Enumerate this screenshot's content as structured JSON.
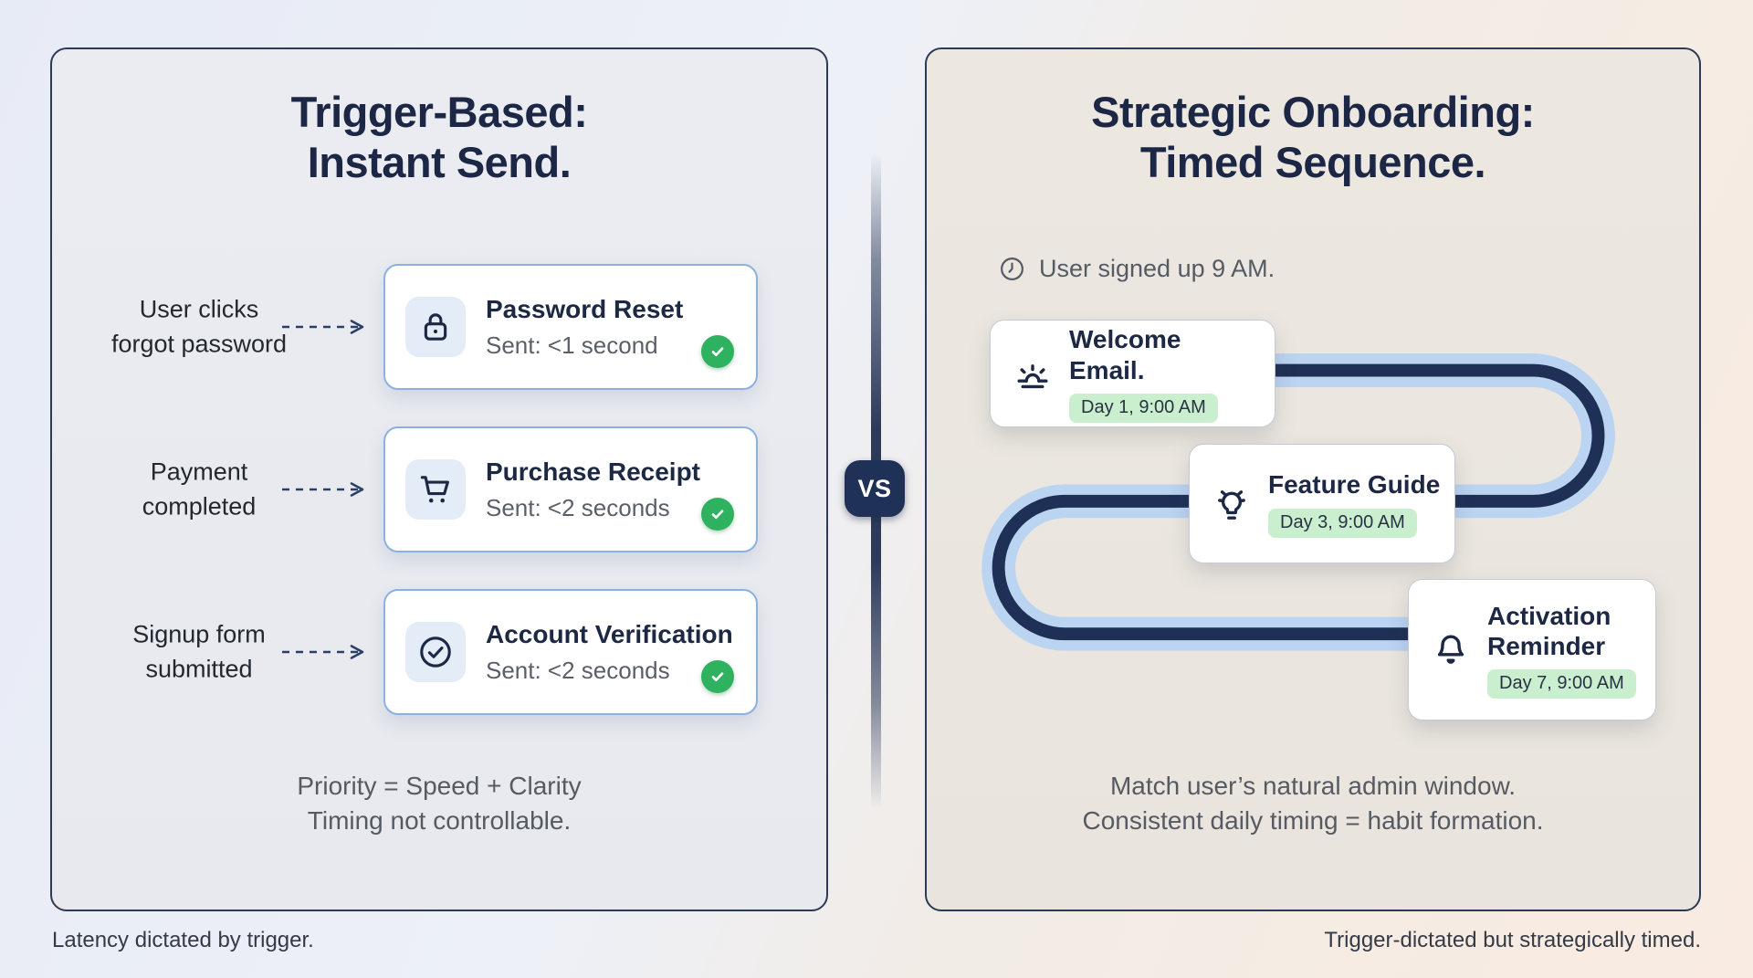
{
  "left_panel": {
    "title_line1": "Trigger-Based:",
    "title_line2": "Instant Send.",
    "rows": [
      {
        "trigger_line1": "User clicks",
        "trigger_line2": "forgot password",
        "title": "Password Reset",
        "sent": "Sent: <1 second",
        "icon": "lock-icon",
        "status_icon": "check-circle-green"
      },
      {
        "trigger_line1": "Payment",
        "trigger_line2": "completed",
        "title": "Purchase Receipt",
        "sent": "Sent: <2 seconds",
        "icon": "cart-icon",
        "status_icon": "check-circle-green"
      },
      {
        "trigger_line1": "Signup form",
        "trigger_line2": "submitted",
        "title": "Account Verification",
        "sent": "Sent: <2 seconds",
        "icon": "check-circle-icon",
        "status_icon": "check-circle-green"
      }
    ],
    "footer_line1": "Priority = Speed + Clarity",
    "footer_line2": "Timing not controllable.",
    "caption": "Latency dictated by trigger."
  },
  "divider": {
    "vs_label": "VS"
  },
  "right_panel": {
    "title_line1": "Strategic Onboarding:",
    "title_line2": "Timed Sequence.",
    "signup_note": "User signed up 9 AM.",
    "signup_icon": "clock-icon",
    "steps": [
      {
        "title": "Welcome Email.",
        "badge": "Day 1, 9:00 AM",
        "icon": "sunrise-icon"
      },
      {
        "title": "Feature Guide",
        "badge": "Day 3, 9:00 AM",
        "icon": "lightbulb-icon"
      },
      {
        "title": "Activation Reminder",
        "badge": "Day 7, 9:00 AM",
        "icon": "bell-icon"
      }
    ],
    "footer_line1": "Match user’s natural admin window.",
    "footer_line2": "Consistent daily timing = habit formation.",
    "caption": "Trigger-dictated but strategically timed."
  },
  "colors": {
    "navy_text": "#1c2844",
    "panel_border": "#2e3a55",
    "left_panel_bg": "#e9ebf1",
    "right_panel_bg": "#ebe7e0",
    "card_border_blue": "#8bb1e0",
    "icon_box_bg": "#e4ecf8",
    "check_green": "#2fb25f",
    "pill_green": "#c9efcf",
    "path_light_blue": "#bad4f2",
    "path_navy": "#1e3055",
    "gray_text": "#5a5f68"
  }
}
